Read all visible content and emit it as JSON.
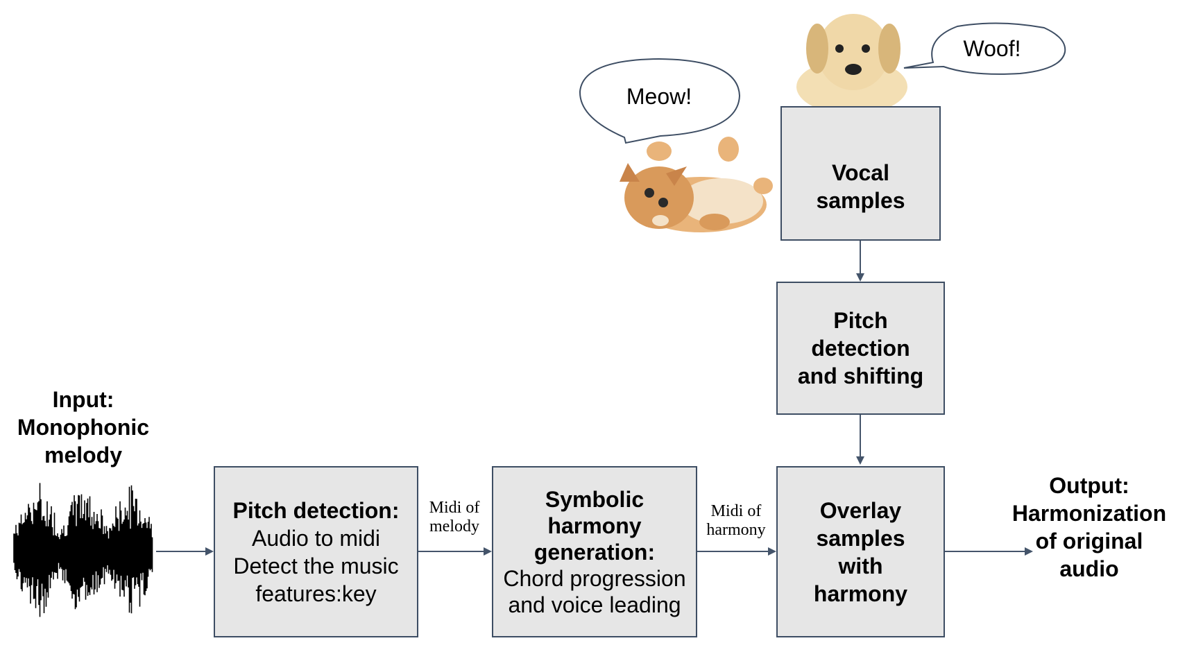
{
  "diagram": {
    "input_label": "Input:\nMonophonic\nmelody",
    "output_label": "Output:\nHarmonization\nof original\naudio",
    "boxes": {
      "pitch_detection": {
        "title": "Pitch detection:",
        "body": "Audio to midi\nDetect the music\nfeatures:key"
      },
      "harmony_generation": {
        "title": "Symbolic\nharmony\ngeneration:",
        "body": "Chord progression\nand voice leading"
      },
      "overlay": {
        "title": "Overlay\nsamples\nwith\nharmony"
      },
      "vocal_samples": {
        "title": "Vocal\nsamples"
      },
      "pitch_shifting": {
        "title": "Pitch\ndetection\nand shifting"
      }
    },
    "edge_labels": {
      "midi_melody": "Midi of\nmelody",
      "midi_harmony": "Midi of\nharmony"
    },
    "speech_bubbles": {
      "cat": "Meow!",
      "dog": "Woof!"
    },
    "colors": {
      "box_fill": "#e6e6e6",
      "box_border": "#3d4d63",
      "arrow": "#44546a",
      "waveform": "#000000",
      "cat_fur": "#d99a5b",
      "dog_fur": "#f0d8a8"
    }
  }
}
